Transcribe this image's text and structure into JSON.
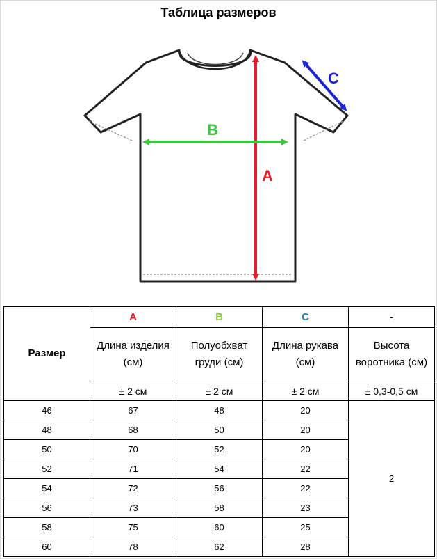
{
  "title": "Таблица размеров",
  "diagram": {
    "label_a": "A",
    "label_b": "B",
    "label_c": "C",
    "colors": {
      "a": "#e81c2a",
      "b": "#3cc63c",
      "c": "#1c24d8"
    }
  },
  "table": {
    "size_header": "Размер",
    "columns": [
      {
        "letter": "A",
        "color": "#e81c2a",
        "name": "Длина изделия (см)",
        "tolerance": "± 2 см"
      },
      {
        "letter": "B",
        "color": "#8cc63e",
        "name": "Полуобхват груди (см)",
        "tolerance": "± 2 см"
      },
      {
        "letter": "C",
        "color": "#1f7fc1",
        "name": "Длина рукава (см)",
        "tolerance": "± 2 см"
      },
      {
        "letter": "-",
        "color": "#000000",
        "name": "Высота воротника (см)",
        "tolerance": "± 0,3-0,5 см"
      }
    ],
    "rows": [
      {
        "size": "46",
        "a": "67",
        "b": "48",
        "c": "20"
      },
      {
        "size": "48",
        "a": "68",
        "b": "50",
        "c": "20"
      },
      {
        "size": "50",
        "a": "70",
        "b": "52",
        "c": "20"
      },
      {
        "size": "52",
        "a": "71",
        "b": "54",
        "c": "22"
      },
      {
        "size": "54",
        "a": "72",
        "b": "56",
        "c": "22"
      },
      {
        "size": "56",
        "a": "73",
        "b": "58",
        "c": "23"
      },
      {
        "size": "58",
        "a": "75",
        "b": "60",
        "c": "25"
      },
      {
        "size": "60",
        "a": "78",
        "b": "62",
        "c": "28"
      }
    ],
    "collar_height": "2"
  }
}
